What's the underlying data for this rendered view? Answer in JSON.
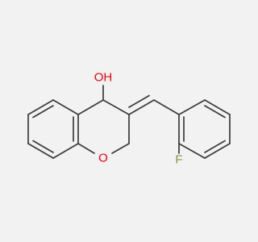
{
  "structure": {
    "atoms": {
      "hydroxyl": {
        "symbol": "OH",
        "color": "#e8000b"
      },
      "ring_oxygen": {
        "symbol": "O",
        "color": "#e8000b"
      },
      "fluorine": {
        "symbol": "F",
        "color": "#8f8f3c"
      }
    },
    "bond_color": "#3a3a3a",
    "background": "#f2f2f2"
  }
}
